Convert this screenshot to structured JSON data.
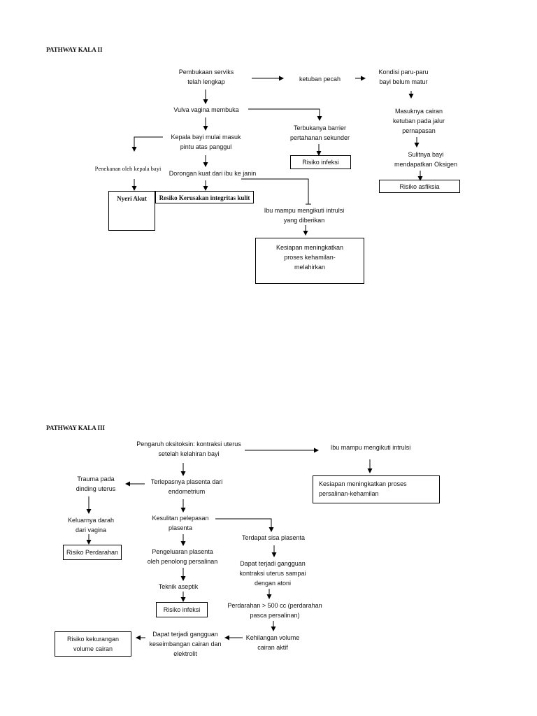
{
  "kala2": {
    "title": "PATHWAY KALA II",
    "pembukaan": "Pembukaan serviks\ntelah lengkap",
    "ketuban_pecah": "ketuban pecah",
    "kondisi_paru": "Kondisi paru-paru\nbayi belum matur",
    "vulva": "Vulva vagina membuka",
    "masuknya_cairan": "Masuknya cairan\nketuban pada jalur\npernapasan",
    "kepala_bayi": "Kepala bayi mulai masuk\npintu atas panggul",
    "terbukanya_barrier": "Terbukanya barrier\npertahanan sekunder",
    "sulitnya_bayi": "Sulitnya bayi\nmendapatkan Oksigen",
    "penekanan": "Penekanan oleh kepala bayi",
    "dorongan": "Dorongan kuat dari ibu ke janin",
    "risiko_infeksi": "Risiko infeksi",
    "risiko_asfiksia": "Risiko asfiksia",
    "nyeri_akut": "Nyeri Akut",
    "risiko_kerusakan": "Resiko Kerusakan integritas kulit",
    "ibu_mampu": "Ibu  mampu mengikuti intrulsi\nyang diberikan",
    "kesiapan": "Kesiapan meningkatkan\nproses kehamilan-\nmelahirkan"
  },
  "kala3": {
    "title": "PATHWAY KALA III",
    "pengaruh": "Pengaruh oksitoksin: kontraksi uterus\nsetelah kelahiran bayi",
    "ibu_mampu": "Ibu mampu mengikuti intrulsi",
    "kesiapan": "Kesiapan meningkatkan proses\npersalinan-kehamilan",
    "trauma": "Trauma pada\ndinding uterus",
    "terlepasnya": "Terlepasnya plasenta dari\nendometrium",
    "keluarnya": "Keluarnya darah\ndari vagina",
    "kesulitan": "Kesulitan pelepasan\nplasenta",
    "terdapat_sisa": "Terdapat sisa plasenta",
    "risiko_perdarahan": "Risiko Perdarahan",
    "pengeluaran": "Pengeluaran plasenta\noleh penolong persalinan",
    "dapat_atoni": "Dapat terjadi gangguan\nkontraksi uterus sampai\ndengan atoni",
    "teknik": "Teknik aseptik",
    "risiko_infeksi": "Risiko infeksi",
    "perdarahan": "Perdarahan > 500 cc (perdarahan\npasca persalinan)",
    "risiko_kekurangan": "Risiko kekurangan\nvolume cairan",
    "dapat_keseimbangan": "Dapat terjadi gangguan\nkeseimbangan cairan dan\nelektrolit",
    "kehilangan": "Kehilangan volume\ncairan aktif"
  }
}
